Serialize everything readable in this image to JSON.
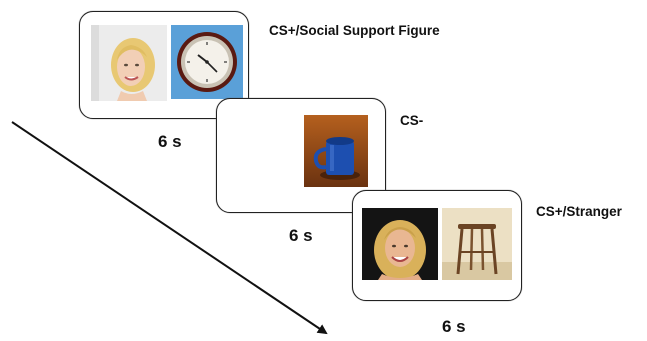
{
  "trials": [
    {
      "condition_label": "CS+/Social Support Figure",
      "duration_label": "6 s",
      "images": [
        "smiling-blonde-woman-photo",
        "wall-clock-photo"
      ]
    },
    {
      "condition_label": "CS-",
      "duration_label": "6 s",
      "images": [
        "blue-mug-photo"
      ]
    },
    {
      "condition_label": "CS+/Stranger",
      "duration_label": "6 s",
      "images": [
        "smiling-woman-dark-background-photo",
        "wooden-stool-photo"
      ]
    }
  ],
  "colors": {
    "panel_border": "#222222",
    "arrow": "#111111",
    "text": "#111111"
  }
}
